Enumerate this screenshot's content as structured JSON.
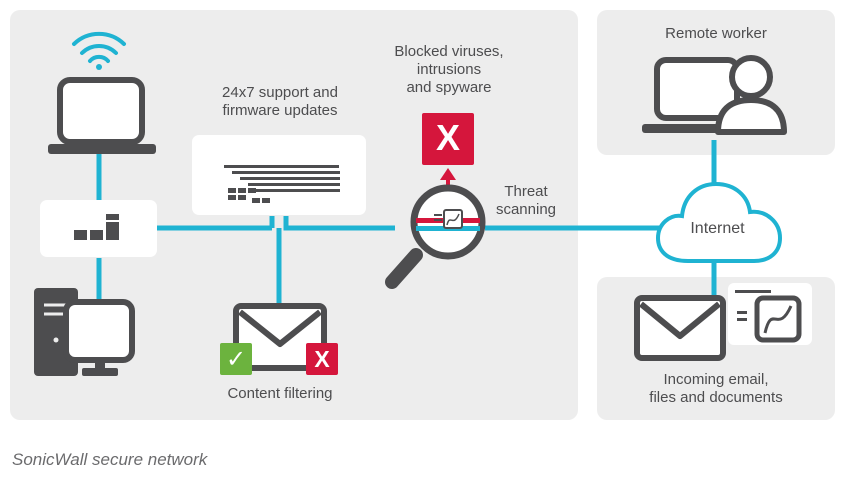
{
  "labels": {
    "support_line1": "24x7 support and",
    "support_line2": "firmware updates",
    "blocked_line1": "Blocked viruses,",
    "blocked_line2": "intrusions",
    "blocked_line3": "and spyware",
    "threat_line1": "Threat",
    "threat_line2": "scanning",
    "remote_worker": "Remote worker",
    "internet": "Internet",
    "incoming_line1": "Incoming email,",
    "incoming_line2": "files and documents",
    "content_filtering": "Content filtering",
    "blocked_mark": "X",
    "deny_mark": "X",
    "allow_mark": "✓"
  },
  "caption": "SonicWall secure network",
  "colors": {
    "panel": "#ededed",
    "connector": "#1fb3d2",
    "icon_stroke": "#4d4d4f",
    "block_red": "#d5163c",
    "allow_green": "#6cb33e",
    "text": "#4d4d4f"
  }
}
